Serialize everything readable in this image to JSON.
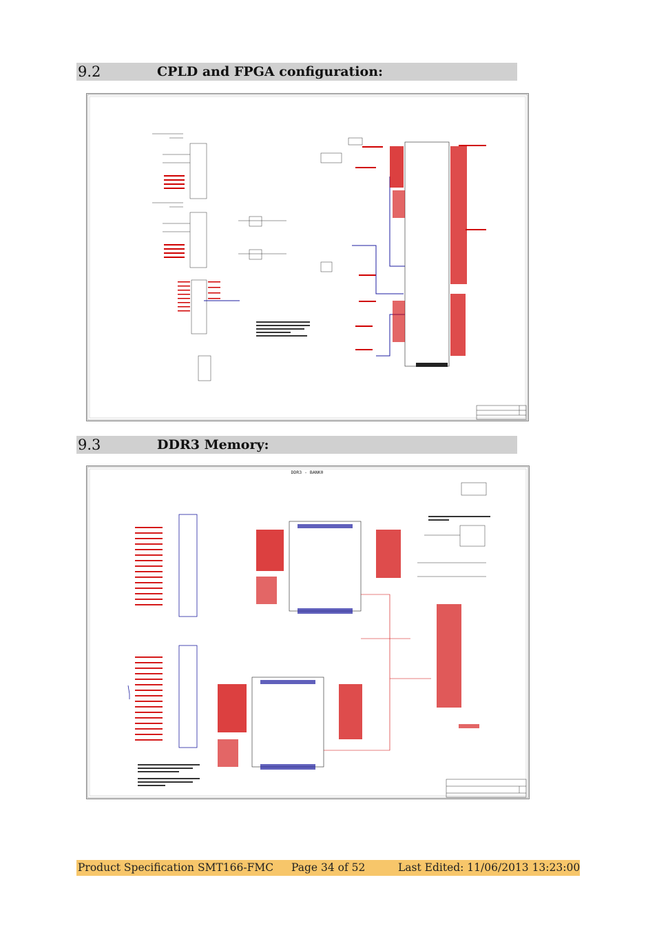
{
  "sections": [
    {
      "number": "9.2",
      "title": "CPLD and FPGA configuration:"
    },
    {
      "number": "9.3",
      "title": "DDR3 Memory:"
    }
  ],
  "schematic_ddr3": {
    "sheet_title": "DDR3 - BANK0"
  },
  "footer": {
    "product": "Product Specification SMT166-FMC",
    "page": "Page 34 of 52",
    "edited": "Last Edited: 11/06/2013 13:23:00"
  }
}
